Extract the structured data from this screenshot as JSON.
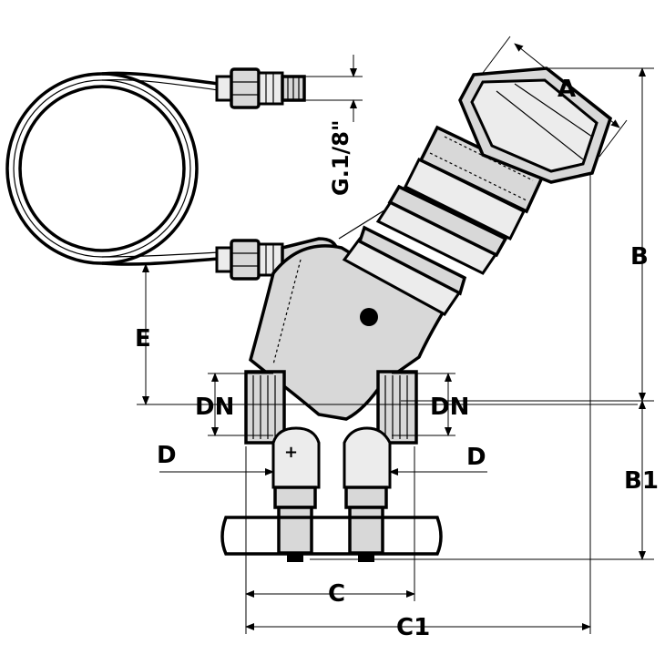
{
  "labels": {
    "A": "A",
    "B": "B",
    "B1": "B1",
    "C": "C",
    "C1": "C1",
    "D_left": "D",
    "D_right": "D",
    "DN_left": "DN",
    "DN_right": "DN",
    "E": "E",
    "thread": "G.1/8\""
  },
  "colors": {
    "line": "#000000",
    "body_fill": "#d8d8d8",
    "background": "#ffffff"
  }
}
